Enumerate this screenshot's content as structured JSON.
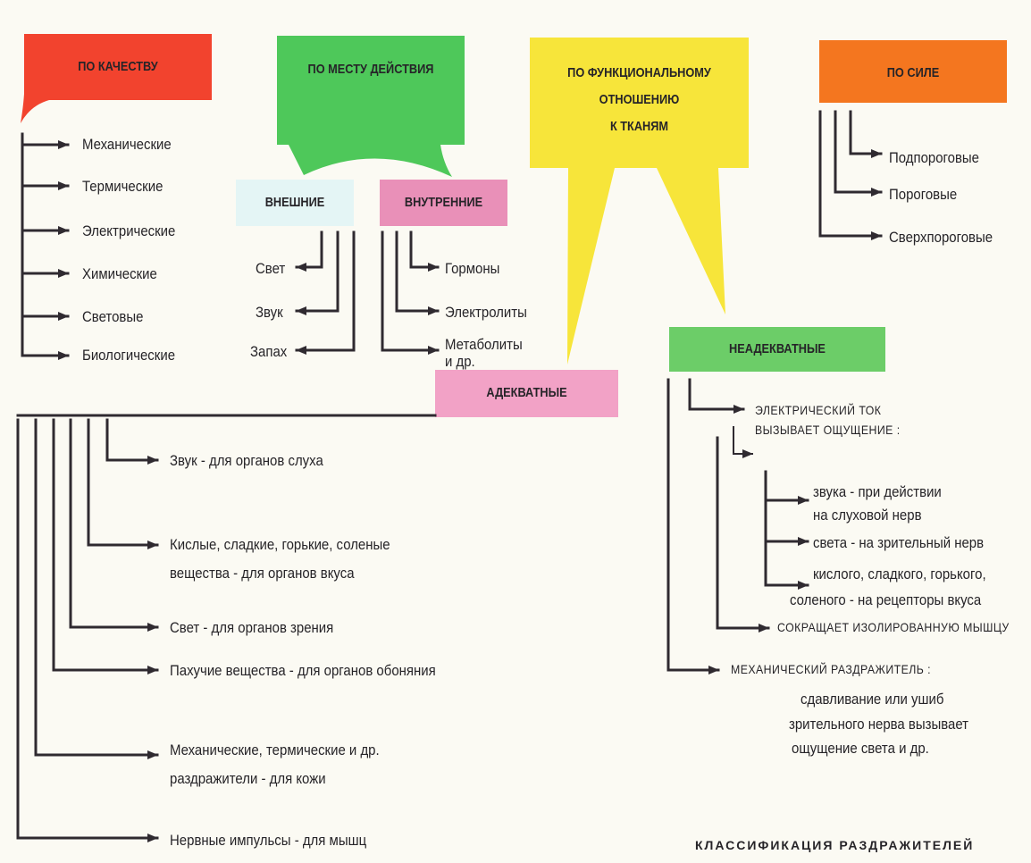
{
  "colors": {
    "red": "#f2432e",
    "green": "#4ec85a",
    "yellow": "#f7e53a",
    "orange": "#f4761f",
    "light_cyan": "#e4f5f5",
    "pink": "#e990b8",
    "pink_light": "#f2a2c6",
    "green_light": "#6ccd68",
    "line": "#2f2a30"
  },
  "headers": {
    "quality": "ПО КАЧЕСТВУ",
    "place": "ПО МЕСТУ ДЕЙСТВИЯ",
    "functional": [
      "ПО ФУНКЦИОНАЛЬНОМУ",
      "ОТНОШЕНИЮ",
      "К ТКАНЯМ"
    ],
    "strength": "ПО СИЛЕ"
  },
  "quality_items": [
    "Механические",
    "Термические",
    "Электрические",
    "Химические",
    "Световые",
    "Биологические"
  ],
  "external": {
    "label": "ВНЕШНИЕ",
    "items": [
      "Свет",
      "Звук",
      "Запах"
    ]
  },
  "internal": {
    "label": "ВНУТРЕННИЕ",
    "items": [
      "Гормоны",
      "Электролиты",
      "Метаболиты",
      "и др."
    ]
  },
  "strength_items": [
    "Подпороговые",
    "Пороговые",
    "Сверхпороговые"
  ],
  "adequate": {
    "label": "АДЕКВАТНЫЕ",
    "items": [
      [
        "Звук - для органов слуха"
      ],
      [
        "Кислые, сладкие, горькие, соленые",
        "вещества - для органов вкуса"
      ],
      [
        "Свет - для органов зрения"
      ],
      [
        "Пахучие вещества - для органов обоняния"
      ],
      [
        "Механические, термические и др.",
        "раздражители - для кожи"
      ],
      [
        "Нервные импульсы - для мышц"
      ]
    ]
  },
  "inadequate": {
    "label": "НЕАДЕКВАТНЫЕ",
    "current": [
      "ЭЛЕКТРИЧЕСКИЙ ТОК",
      "ВЫЗЫВАЕТ ОЩУЩЕНИЕ :"
    ],
    "sensations": [
      [
        "звука - при действии",
        "на слуховой нерв"
      ],
      [
        "света - на зрительный нерв"
      ],
      [
        "кислого, сладкого, горького,",
        "соленого - на рецепторы вкуса"
      ]
    ],
    "muscle": "СОКРАЩАЕТ ИЗОЛИРОВАННУЮ МЫШЦУ",
    "mechanical": "МЕХАНИЧЕСКИЙ РАЗДРАЖИТЕЛЬ :",
    "mechanical_effect": [
      "сдавливание или ушиб",
      "зрительного нерва вызывает",
      "ощущение света и др."
    ]
  },
  "footer": "КЛАССИФИКАЦИЯ РАЗДРАЖИТЕЛЕЙ"
}
